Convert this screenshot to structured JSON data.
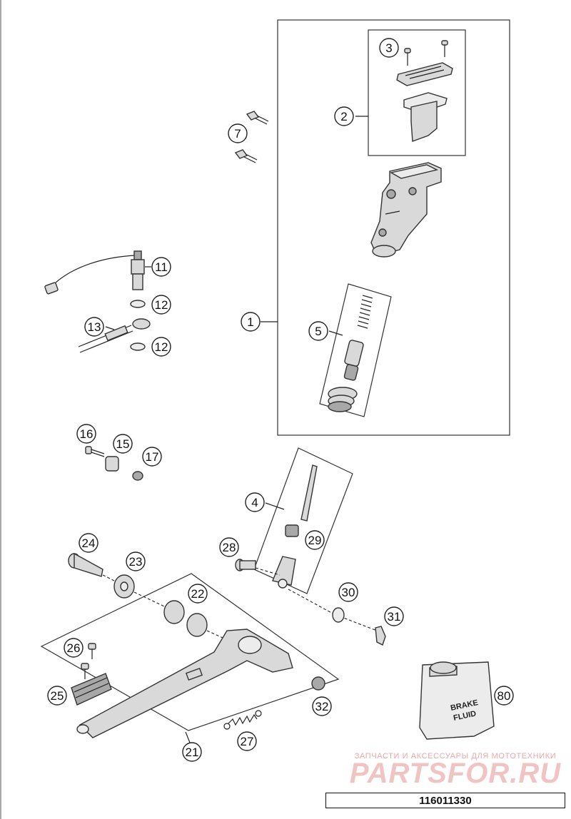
{
  "diagram": {
    "callouts": [
      "1",
      "2",
      "3",
      "4",
      "5",
      "7",
      "11",
      "12",
      "12",
      "13",
      "15",
      "16",
      "17",
      "21",
      "22",
      "23",
      "24",
      "25",
      "26",
      "27",
      "28",
      "29",
      "30",
      "31",
      "32",
      "80"
    ],
    "fluid_label": [
      "BRAKE",
      "FLUID"
    ],
    "watermark_caption": "ЗАПЧАСТИ И АКСЕССУАРЫ ДЛЯ МОТОТЕХНИКИ",
    "watermark_logo": "PARTSFOR.RU",
    "code": "116011330"
  }
}
